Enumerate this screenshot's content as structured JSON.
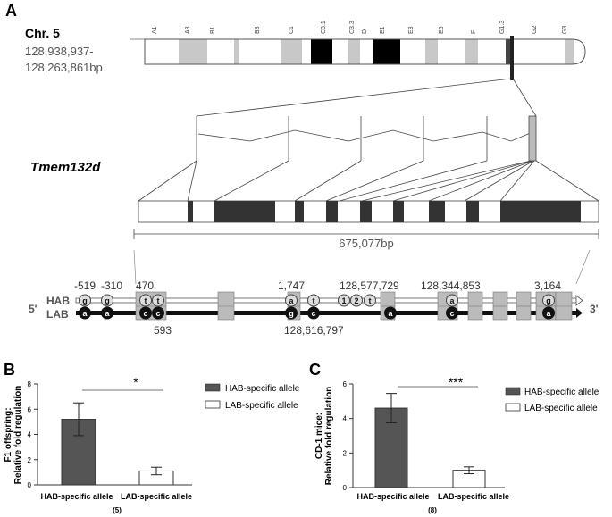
{
  "panel_a": {
    "label": "A",
    "chr_label": "Chr. 5",
    "coord_start": "128,938,937-",
    "coord_end": "128,263,861bp",
    "bands": [
      "A1",
      "A3",
      "B1",
      "B3",
      "C1",
      "C3.1",
      "C3.3",
      "D",
      "E1",
      "E3",
      "E5",
      "F",
      "G1.3",
      "G2",
      "G3"
    ],
    "gene": "Tmem132d",
    "span_label": "675,077bp",
    "hab": "HAB",
    "lab": "LAB",
    "five": "5'",
    "three": "3'",
    "snp_top": [
      "-519",
      "-310",
      "470",
      "1,747",
      "128,577,729",
      "128,344,853",
      "3,164"
    ],
    "snp_bottom": [
      "593",
      "128,616,797"
    ],
    "hab_alleles": [
      "g",
      "g",
      "t",
      "t",
      "a",
      "t",
      "1",
      "2",
      "t",
      "a",
      "g"
    ],
    "lab_alleles": [
      "a",
      "a",
      "c",
      "c",
      "g",
      "c",
      "a",
      "c",
      "a"
    ]
  },
  "panel_b": {
    "label": "B",
    "ylabel_line1": "F1 offspring:",
    "ylabel_line2": "Relative fold regulation",
    "significance": "*",
    "footnote": "(5)",
    "legend_hab": "HAB-specific allele",
    "legend_lab": "LAB-specific allele"
  },
  "panel_c": {
    "label": "C",
    "ylabel_line1": "CD-1 mice:",
    "ylabel_line2": "Relative fold regulation",
    "significance": "***",
    "footnote": "(8)",
    "legend_hab": "HAB-specific allele",
    "legend_lab": "LAB-specific allele"
  },
  "chart_data": [
    {
      "type": "bar",
      "categories": [
        "HAB-specific allele",
        "LAB-specific allele"
      ],
      "values": [
        5.2,
        1.1
      ],
      "errors": [
        1.3,
        0.3
      ],
      "ylim": [
        0,
        8
      ],
      "yticks": [
        0,
        2,
        4,
        6,
        8
      ],
      "colors": [
        "#555555",
        "#ffffff"
      ]
    },
    {
      "type": "bar",
      "categories": [
        "HAB-specific allele",
        "LAB-specific allele"
      ],
      "values": [
        4.6,
        1.0
      ],
      "errors": [
        0.85,
        0.2
      ],
      "ylim": [
        0,
        6
      ],
      "yticks": [
        0,
        2,
        4,
        6
      ],
      "colors": [
        "#555555",
        "#ffffff"
      ]
    }
  ]
}
